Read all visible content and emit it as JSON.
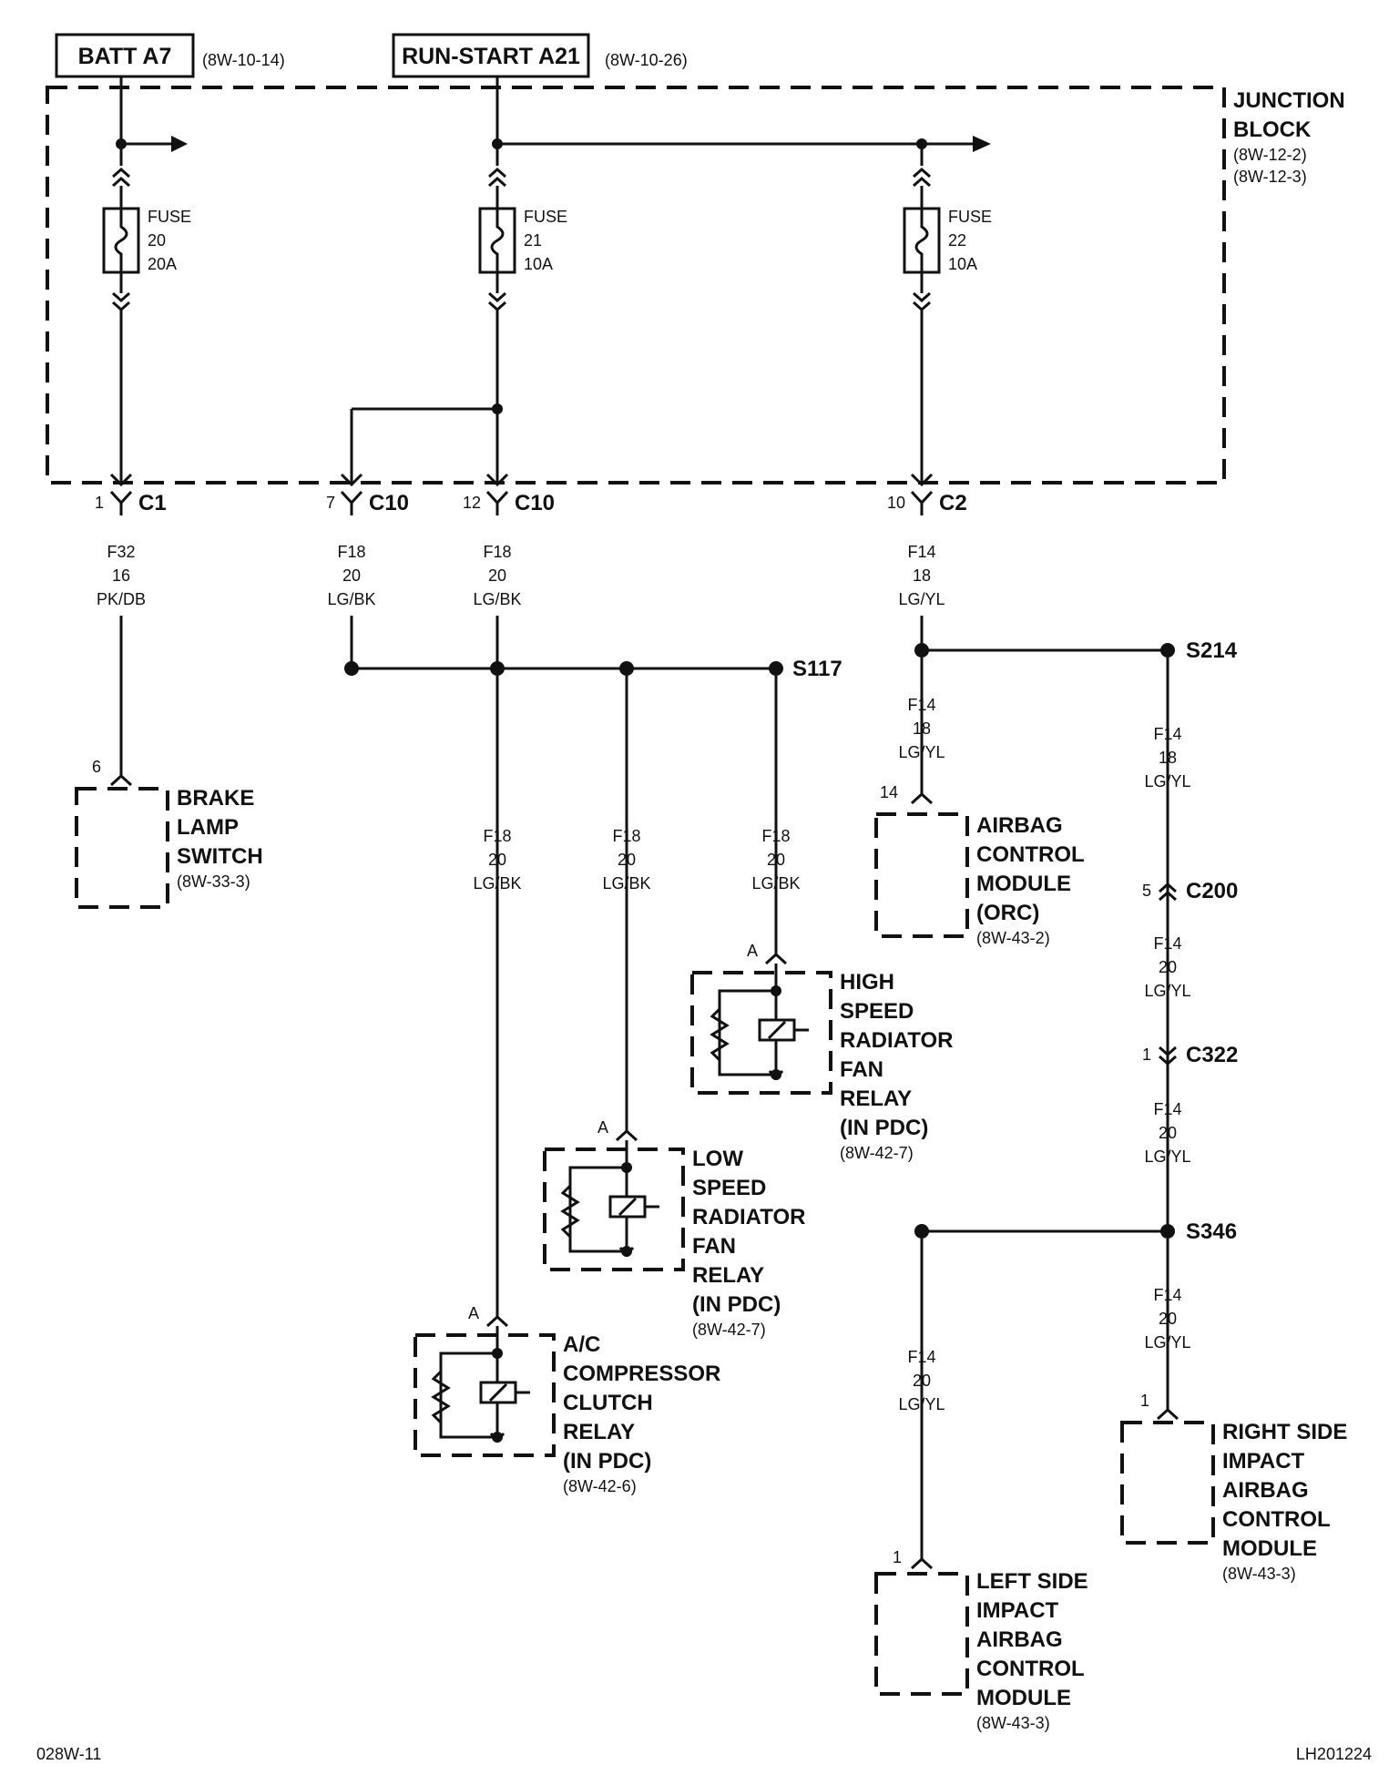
{
  "sources": {
    "batt": {
      "label": "BATT A7",
      "ref": "(8W-10-14)"
    },
    "run_start": {
      "label": "RUN-START A21",
      "ref": "(8W-10-26)"
    }
  },
  "junction_block": {
    "name_line1": "JUNCTION",
    "name_line2": "BLOCK",
    "ref1": "(8W-12-2)",
    "ref2": "(8W-12-3)"
  },
  "fuses": [
    {
      "l1": "FUSE",
      "l2": "20",
      "l3": "20A"
    },
    {
      "l1": "FUSE",
      "l2": "21",
      "l3": "10A"
    },
    {
      "l1": "FUSE",
      "l2": "22",
      "l3": "10A"
    }
  ],
  "connectors": {
    "c1": {
      "pin": "1",
      "name": "C1"
    },
    "c10a": {
      "pin": "7",
      "name": "C10"
    },
    "c10b": {
      "pin": "12",
      "name": "C10"
    },
    "c2": {
      "pin": "10",
      "name": "C2"
    },
    "c200": {
      "pin": "5",
      "name": "C200"
    },
    "c322": {
      "pin": "1",
      "name": "C322"
    }
  },
  "splices": {
    "s117": "S117",
    "s214": "S214",
    "s346": "S346"
  },
  "wires": {
    "w_f32": [
      "F32",
      "16",
      "PK/DB"
    ],
    "w_f18_a": [
      "F18",
      "20",
      "LG/BK"
    ],
    "w_f18_b": [
      "F18",
      "20",
      "LG/BK"
    ],
    "w_f18_c": [
      "F18",
      "20",
      "LG/BK"
    ],
    "w_f18_d": [
      "F18",
      "20",
      "LG/BK"
    ],
    "w_f18_e": [
      "F18",
      "20",
      "LG/BK"
    ],
    "w_f14_a": [
      "F14",
      "18",
      "LG/YL"
    ],
    "w_f14_b": [
      "F14",
      "18",
      "LG/YL"
    ],
    "w_f14_c": [
      "F14",
      "18",
      "LG/YL"
    ],
    "w_f14_d": [
      "F14",
      "20",
      "LG/YL"
    ],
    "w_f14_e": [
      "F14",
      "20",
      "LG/YL"
    ],
    "w_f14_f": [
      "F14",
      "20",
      "LG/YL"
    ],
    "w_f14_g": [
      "F14",
      "20",
      "LG/YL"
    ]
  },
  "components": {
    "brake": {
      "pin": "6",
      "lines": [
        "BRAKE",
        "LAMP",
        "SWITCH"
      ],
      "ref": "(8W-33-3)"
    },
    "airbag": {
      "pin": "14",
      "lines": [
        "AIRBAG",
        "CONTROL",
        "MODULE",
        "(ORC)"
      ],
      "ref": "(8W-43-2)"
    },
    "high": {
      "pin": "A",
      "lines": [
        "HIGH",
        "SPEED",
        "RADIATOR",
        "FAN",
        "RELAY",
        "(IN PDC)"
      ],
      "ref": "(8W-42-7)"
    },
    "low": {
      "pin": "A",
      "lines": [
        "LOW",
        "SPEED",
        "RADIATOR",
        "FAN",
        "RELAY",
        "(IN PDC)"
      ],
      "ref": "(8W-42-7)"
    },
    "ac": {
      "pin": "A",
      "lines": [
        "A/C",
        "COMPRESSOR",
        "CLUTCH",
        "RELAY",
        "(IN PDC)"
      ],
      "ref": "(8W-42-6)"
    },
    "rside": {
      "pin": "1",
      "lines": [
        "RIGHT SIDE",
        "IMPACT",
        "AIRBAG",
        "CONTROL",
        "MODULE"
      ],
      "ref": "(8W-43-3)"
    },
    "lside": {
      "pin": "1",
      "lines": [
        "LEFT SIDE",
        "IMPACT",
        "AIRBAG",
        "CONTROL",
        "MODULE"
      ],
      "ref": "(8W-43-3)"
    }
  },
  "footer": {
    "left": "028W-11",
    "right": "LH201224"
  }
}
